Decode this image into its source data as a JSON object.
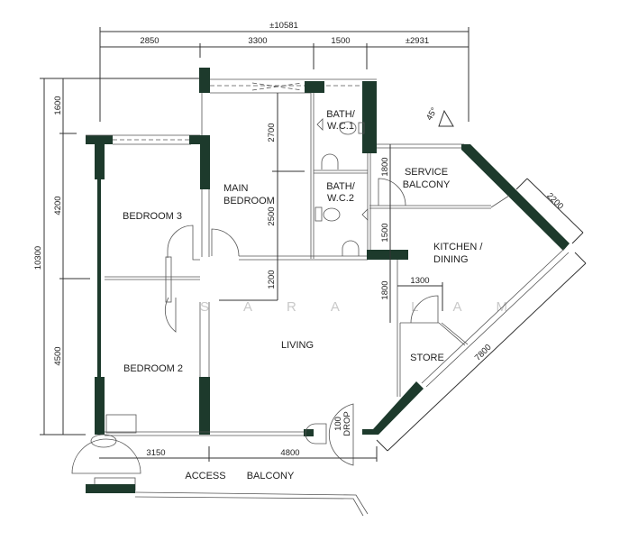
{
  "plan": {
    "wall_color": "#1d3a2c",
    "watermark": "SARA LAM",
    "north": "45°"
  },
  "dimensions": {
    "overall_width": "±10581",
    "top": [
      "2850",
      "3300",
      "1500",
      "±2931"
    ],
    "overall_height": "10300",
    "left": [
      "1600",
      "4200",
      "4500"
    ],
    "main_bedroom": [
      "2700",
      "2500",
      "1200"
    ],
    "kitchen_side": [
      "1800",
      "1500",
      "1800"
    ],
    "store_width": "1300",
    "service_balcony_diag": "2200",
    "kitchen_diag": "7800",
    "bottom": [
      "3150",
      "4800"
    ]
  },
  "rooms": {
    "bath1": [
      "BATH/",
      "W.C.1"
    ],
    "bath2": [
      "BATH/",
      "W.C.2"
    ],
    "service_balcony": [
      "SERVICE",
      "BALCONY"
    ],
    "main_bedroom": [
      "MAIN",
      "BEDROOM"
    ],
    "bedroom3": "BEDROOM  3",
    "kitchen": [
      "KITCHEN  /",
      "DINING"
    ],
    "bedroom2": "BEDROOM 2",
    "living": "LIVING",
    "store": "STORE",
    "refuse": [
      "100",
      "DROP"
    ],
    "access": "ACCESS",
    "balcony": "BALCONY"
  }
}
